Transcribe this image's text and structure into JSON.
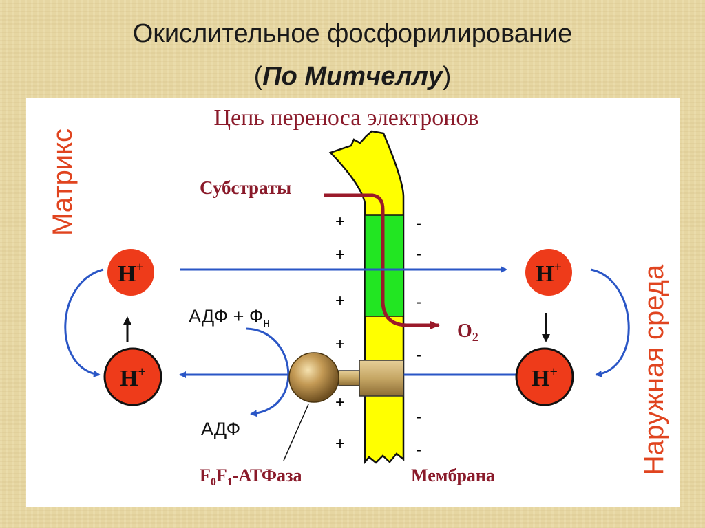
{
  "slide": {
    "title": "Окислительное фосфорилирование",
    "subtitle_open": "(",
    "subtitle_main": "По Митчеллу",
    "subtitle_close": ")"
  },
  "diagram": {
    "chain_title": "Цепь переноса электронов",
    "side_left": "Матрикс",
    "side_right": "Наружная среда",
    "substrates": "Субстраты",
    "oxygen": "O",
    "oxygen_sub": "2",
    "proton": "H",
    "proton_sup": "+",
    "adp_pi": "АДФ + Ф",
    "adp_pi_sub": "н",
    "adp": "АДФ",
    "atpase_f": "F",
    "atpase_0": "0",
    "atpase_f2": "F",
    "atpase_1": "1",
    "atpase_rest": "-АТФаза",
    "membrane": "Мембрана",
    "plus": "+",
    "minus": "-"
  },
  "colors": {
    "proton_fill": "#ee3b1a",
    "membrane_fill": "#ffff00",
    "chain_box": "#22e622",
    "substrate_line": "#9a1a2a",
    "arrow_blue": "#2a56c6",
    "label_red": "#e0441f",
    "label_maroon": "#8a1a2a"
  }
}
